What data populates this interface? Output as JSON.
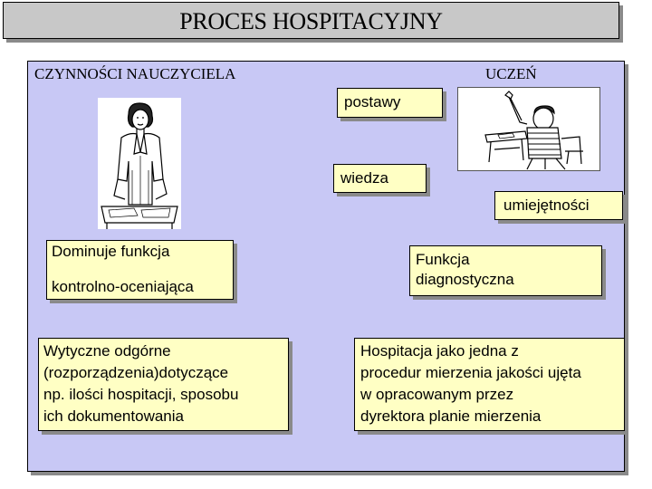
{
  "title": "PROCES HOSPITACYJNY",
  "headers": {
    "teacher": "CZYNNOŚCI NAUCZYCIELA",
    "student": "UCZEŃ"
  },
  "tags": {
    "postawy": "postawy",
    "wiedza": "wiedza",
    "umiejetnosci": "umiejętności"
  },
  "boxes": {
    "dominuje_line1": "Dominuje funkcja",
    "dominuje_line2": "kontrolno-oceniająca",
    "funkcja_line1": "Funkcja",
    "funkcja_line2": "diagnostyczna",
    "wytyczne": [
      "Wytyczne odgórne",
      "(rozporządzenia)dotyczące",
      "np. ilości hospitacji, sposobu",
      "ich dokumentowania"
    ],
    "hospitacja": [
      "Hospitacja jako jedna z",
      "procedur mierzenia jakości ujęta",
      "w opracowanym przez",
      "dyrektora planie mierzenia"
    ]
  },
  "colors": {
    "panel": "#c8c8f5",
    "title_bg": "#c8c8c8",
    "box_bg": "#ffffc4",
    "shadow": "#8a8a8a"
  },
  "icons": [
    "teacher-clipart",
    "student-clipart"
  ]
}
